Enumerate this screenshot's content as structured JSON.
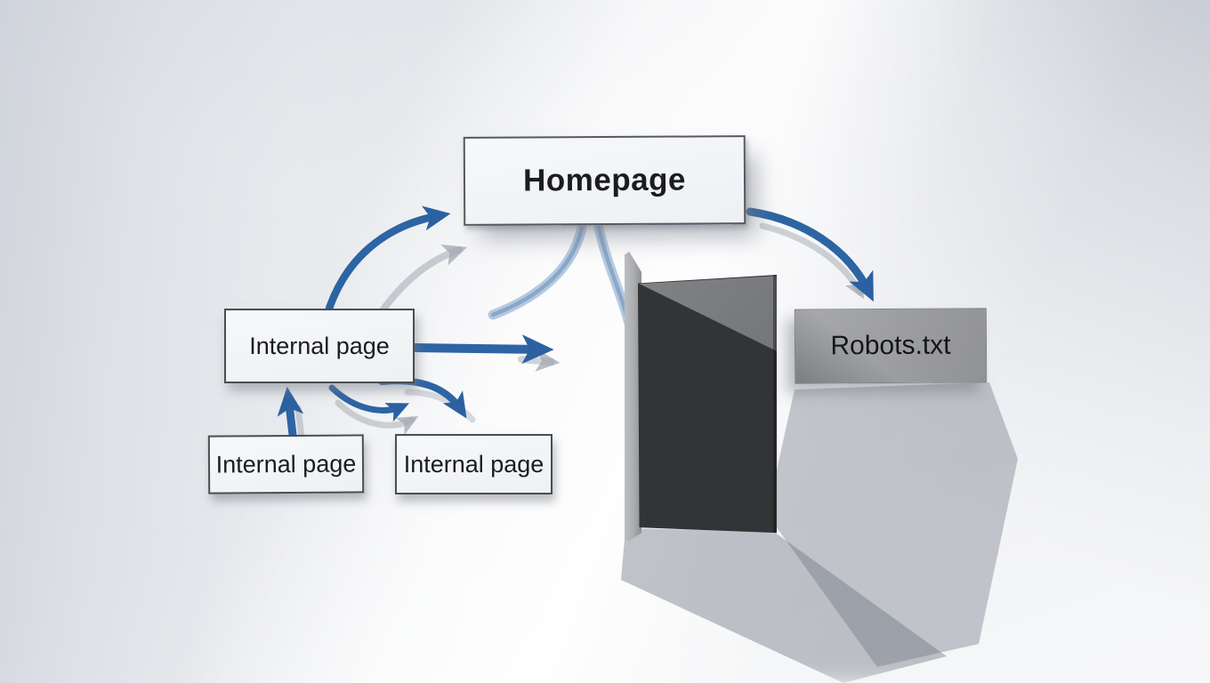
{
  "scene": {
    "description": "Hand-made paper diagram on a white desk showing internal linking and a crawl path blocked by a wall, with Robots.txt to the side",
    "background_color": "#f2f3f5"
  },
  "nodes": {
    "homepage": {
      "label": "Homepage"
    },
    "internal_main": {
      "label": "Internal page"
    },
    "internal_child_left": {
      "label": "Internal page"
    },
    "internal_child_right": {
      "label": "Internal page"
    },
    "robots": {
      "label": "Robots.txt"
    },
    "wall": {
      "label": ""
    }
  },
  "edges": [
    {
      "from": "internal_main",
      "to": "homepage",
      "style": "solid-blue-curved"
    },
    {
      "from": "internal_main",
      "to": "wall",
      "style": "solid-blue-straight-blocked"
    },
    {
      "from": "internal_child_left",
      "to": "internal_main",
      "style": "solid-blue-straight-up"
    },
    {
      "from": "internal_main",
      "to": "internal_child_right",
      "style": "solid-blue-curved-down"
    },
    {
      "from": "internal_main",
      "to": "internal_child_right",
      "style": "solid-blue-short-swoosh"
    },
    {
      "from": "homepage",
      "to": "internal_main_area",
      "style": "faded-blue-fork-left"
    },
    {
      "from": "homepage",
      "to": "wall",
      "style": "faded-blue-fork-right"
    },
    {
      "from": "homepage",
      "to": "robots",
      "style": "solid-blue-curved"
    }
  ],
  "colors": {
    "arrow_blue": "#2d64a4",
    "arrow_faded_blue": "#7ba0c9",
    "arrow_shadow_gray": "#a3a8b0",
    "card_white": "#f4f5f7",
    "card_border": "#4a4d52",
    "robots_card_gray": "#9c9d9f",
    "wall_dark": "#333436",
    "wall_lit": "#77797c",
    "wall_flap": "#aaacaf"
  }
}
